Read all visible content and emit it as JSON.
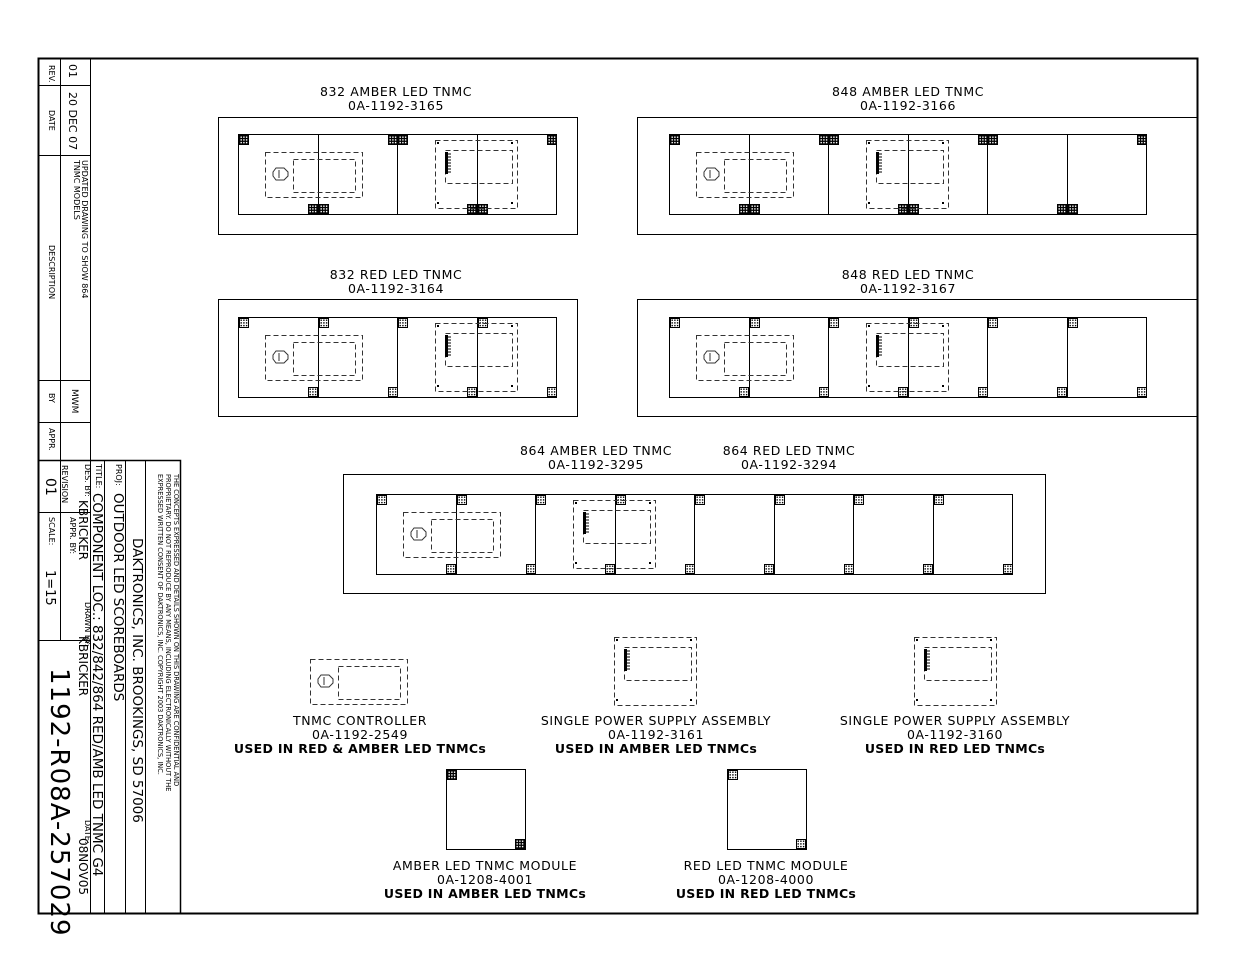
{
  "revision_log": {
    "headers": {
      "rev": "REV.",
      "date": "DATE",
      "description": "DESCRIPTION",
      "by": "BY",
      "appr": "APPR."
    },
    "rows": [
      {
        "rev": "01",
        "date": "20 DEC 07",
        "description_line1": "UPDATED DRAWING TO SHOW 864",
        "description_line2": "TNMC MODELS",
        "by": "MWM",
        "appr": ""
      }
    ]
  },
  "title_block": {
    "confidential_line1": "THE CONCEPTS EXPRESSED AND DETAILS SHOWN ON THIS DRAWING ARE CONFIDENTIAL AND",
    "confidential_line2": "PROPRIETARY. DO NOT REPRODUCE BY ANY MEANS, INCLUDING ELECTRONICALLY WITHOUT THE",
    "confidential_line3": "EXPRESSED WRITTEN CONSENT OF DAKTRONICS, INC.          COPYRIGHT 2003 DAKTRONICS, INC.",
    "company": "DAKTRONICS, INC.   BROOKINGS, SD 57006",
    "proj_label": "PROJ:",
    "proj_value": "OUTDOOR LED SCOREBOARDS",
    "title_label": "TITLE:",
    "title_value": "COMPONENT LOC.: 832/842/864 RED/AMB LED TNMC G4",
    "des_by_label": "DES. BY:",
    "des_by_value": "KBRICKER",
    "drawn_by_label": "DRAWN BY:",
    "drawn_by_value": "KBRICKER",
    "date_label": "DATE:",
    "date_value": "08NOV05",
    "revision_label": "REVISION",
    "revision_value": "01",
    "appr_by_label": "APPR. BY:",
    "scale_label": "SCALE:",
    "scale_value": "1=15",
    "drawing_number": "1192-R08A-257029"
  },
  "assemblies": [
    {
      "name": "832 AMBER LED TNMC",
      "part": "0A-1192-3165",
      "modules": 4,
      "color": "amber"
    },
    {
      "name": "848 AMBER LED TNMC",
      "part": "0A-1192-3166",
      "modules": 6,
      "color": "amber"
    },
    {
      "name": "832 RED LED TNMC",
      "part": "0A-1192-3164",
      "modules": 4,
      "color": "red"
    },
    {
      "name": "848 RED LED TNMC",
      "part": "0A-1192-3167",
      "modules": 6,
      "color": "red"
    }
  ],
  "assembly_864": {
    "amber_name": "864 AMBER LED TNMC",
    "amber_part": "0A-1192-3295",
    "red_name": "864 RED LED TNMC",
    "red_part": "0A-1192-3294",
    "modules": 8
  },
  "components": [
    {
      "name": "TNMC CONTROLLER",
      "part": "0A-1192-2549",
      "usage": "USED IN RED & AMBER LED TNMCs"
    },
    {
      "name": "SINGLE POWER SUPPLY ASSEMBLY",
      "part": "0A-1192-3161",
      "usage": "USED IN AMBER LED TNMCs"
    },
    {
      "name": "SINGLE POWER SUPPLY ASSEMBLY",
      "part": "0A-1192-3160",
      "usage": "USED IN RED LED TNMCs"
    },
    {
      "name": "AMBER LED TNMC MODULE",
      "part": "0A-1208-4001",
      "usage": "USED IN AMBER LED TNMCs"
    },
    {
      "name": "RED LED TNMC MODULE",
      "part": "0A-1208-4000",
      "usage": "USED IN RED LED TNMCs"
    }
  ]
}
